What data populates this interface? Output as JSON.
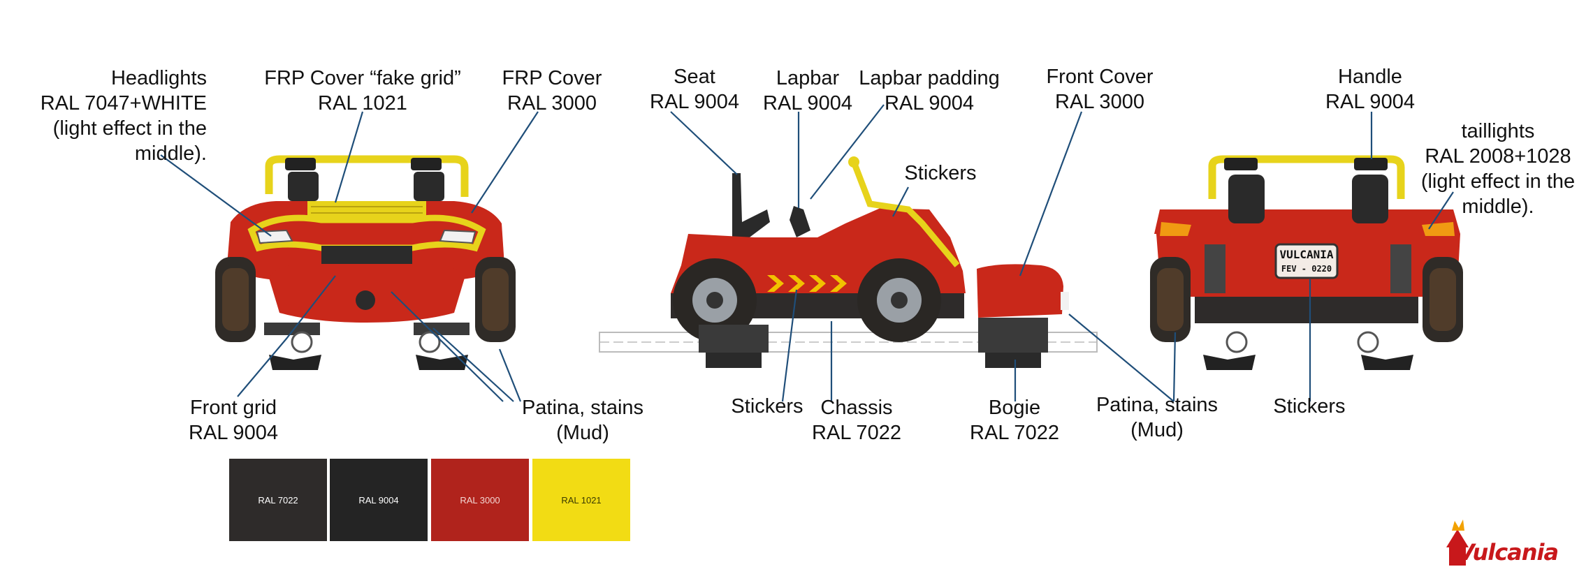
{
  "labels": {
    "headlights": {
      "lines": [
        "Headlights",
        "RAL 7047+WHITE",
        "(light effect in the",
        "middle)."
      ]
    },
    "frp_fake_grid": {
      "lines": [
        "FRP Cover “fake grid”",
        "RAL 1021"
      ]
    },
    "frp_cover": {
      "lines": [
        "FRP Cover",
        "RAL 3000"
      ]
    },
    "front_grid": {
      "lines": [
        "Front grid",
        "RAL 9004"
      ]
    },
    "patina_left": {
      "lines": [
        "Patina, stains",
        "(Mud)"
      ]
    },
    "seat": {
      "lines": [
        "Seat",
        "RAL 9004"
      ]
    },
    "lapbar": {
      "lines": [
        "Lapbar",
        "RAL 9004"
      ]
    },
    "lapbar_padding": {
      "lines": [
        "Lapbar padding",
        "RAL 9004"
      ]
    },
    "stickers_top": {
      "lines": [
        "Stickers"
      ]
    },
    "front_cover": {
      "lines": [
        "Front Cover",
        "RAL 3000"
      ]
    },
    "stickers_bottom": {
      "lines": [
        "Stickers"
      ]
    },
    "chassis": {
      "lines": [
        "Chassis",
        "RAL 7022"
      ]
    },
    "bogie": {
      "lines": [
        "Bogie",
        "RAL 7022"
      ]
    },
    "patina_mid": {
      "lines": [
        "Patina, stains",
        "(Mud)"
      ]
    },
    "handle": {
      "lines": [
        "Handle",
        "RAL 9004"
      ]
    },
    "taillights": {
      "lines": [
        "taillights",
        "RAL 2008+1028",
        "(light effect in the",
        "middle)."
      ]
    },
    "stickers_rear": {
      "lines": [
        "Stickers"
      ]
    }
  },
  "swatches": [
    {
      "label": "RAL 7022",
      "color": "#2e2b2a",
      "text_color": "#ffffff"
    },
    {
      "label": "RAL 9004",
      "color": "#242424",
      "text_color": "#ffffff"
    },
    {
      "label": "RAL 3000",
      "color": "#b0231c",
      "text_color": "#f3d6d2"
    },
    {
      "label": "RAL 1021",
      "color": "#f2dc14",
      "text_color": "#3a3a00"
    }
  ],
  "plate": {
    "line1": "VULCANIA",
    "line2": "FEV - 0220"
  },
  "brand": {
    "name": "Vulcania"
  },
  "colors": {
    "accent_red": "#c8181b",
    "leader_line": "#1f4e79",
    "body_red": "#c9281a",
    "frame_yellow": "#f0d418"
  }
}
